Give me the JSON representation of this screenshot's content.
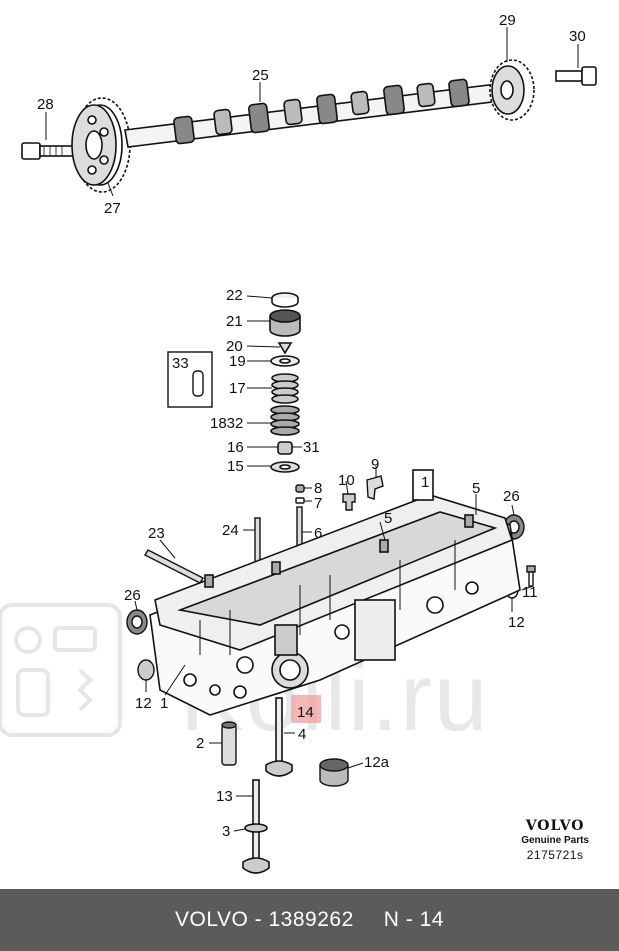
{
  "watermark": {
    "text": "Kolli.ru"
  },
  "labels": {
    "l25": "25",
    "l29": "29",
    "l30": "30",
    "l28": "28",
    "l27": "27",
    "l22": "22",
    "l21": "21",
    "l20": "20",
    "l19": "19",
    "l33": "33",
    "l17": "17",
    "l1832": "1832",
    "l16": "16",
    "l31": "31",
    "l15": "15",
    "l10": "10",
    "l9": "9",
    "l8": "8",
    "l7": "7",
    "l1": "1",
    "l5a": "5",
    "l5b": "5",
    "l26a": "26",
    "l24": "24",
    "l6": "6",
    "l23": "23",
    "l26b": "26",
    "l11": "11",
    "l12a": "12",
    "l12b": "12",
    "l1b": "1",
    "l2": "2",
    "l14": "14",
    "l4": "4",
    "l12c": "12a",
    "l13": "13",
    "l3": "3"
  },
  "brand": {
    "name": "VOLVO",
    "subtitle": "Genuine Parts",
    "code": "2175721s"
  },
  "footer": {
    "brand_part": "VOLVO - 1389262",
    "page": "N - 14"
  },
  "highlight": {
    "color": "#f2a0a0"
  }
}
